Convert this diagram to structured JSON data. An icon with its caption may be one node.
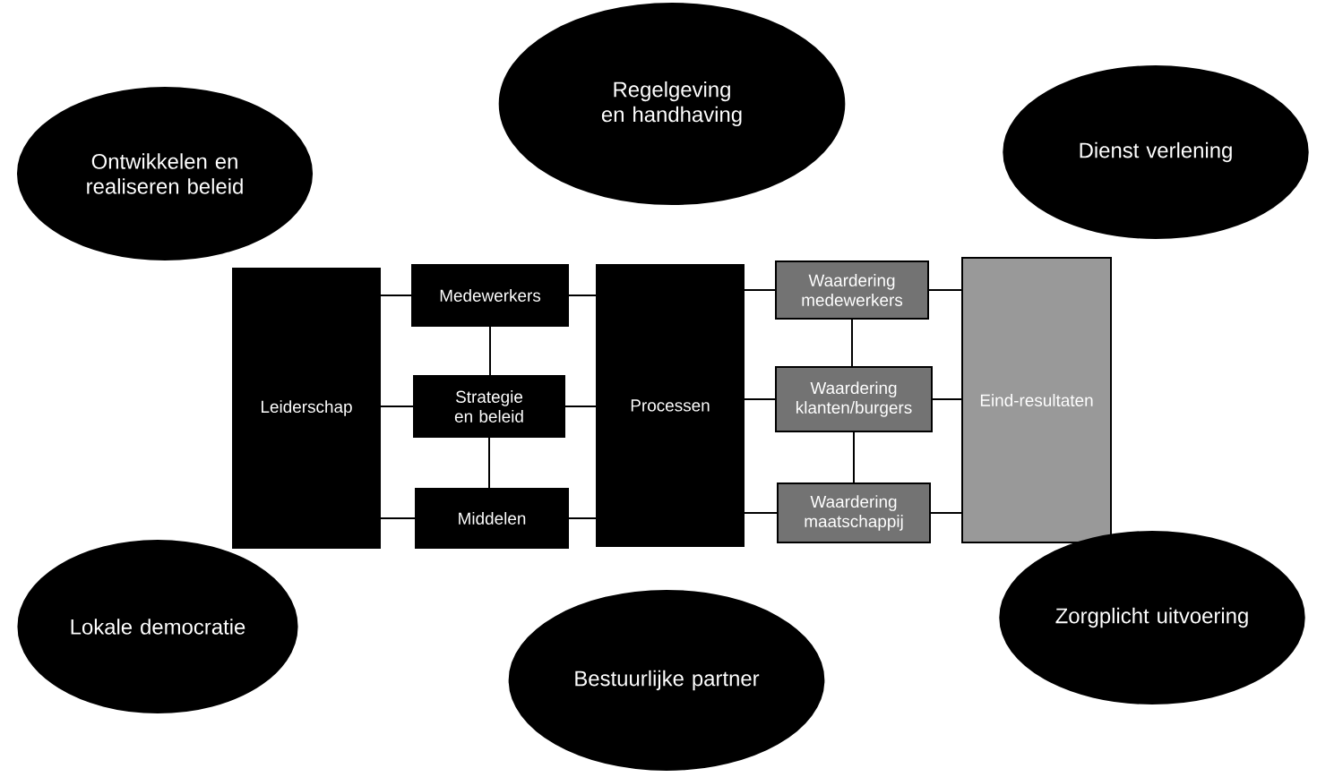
{
  "diagram": {
    "nodes": [
      {
        "text": [
          "Ontwikkelen en realiseren beleid"
        ]
      },
      {
        "text": [
          "Regelgeving en handhaving"
        ]
      },
      {
        "text": [
          "Dienst verlening"
        ]
      },
      {
        "text": [
          "Leiderschap"
        ]
      },
      {
        "text": [
          "Medewerkers"
        ]
      },
      {
        "text": [
          "Strategie en beleid"
        ]
      },
      {
        "text": [
          "Middelen"
        ]
      },
      {
        "text": [
          "Processen"
        ]
      },
      {
        "text": [
          "Waardering medewerkers"
        ]
      },
      {
        "text": [
          "Waardering klanten/burgers"
        ]
      },
      {
        "text": [
          "Waardering maatschappij"
        ]
      },
      {
        "text": [
          "Eind-resultaten"
        ]
      },
      {
        "text": [
          "Lokale democratie"
        ]
      },
      {
        "text": [
          "Bestuurlijke partner"
        ]
      },
      {
        "text": [
          "Zorgplicht uitvoering"
        ]
      }
    ],
    "edges": [
      {
        "from": 3,
        "to": 4,
        "arrow": "none"
      },
      {
        "from": 3,
        "to": 5,
        "arrow": "none"
      },
      {
        "from": 3,
        "to": 6,
        "arrow": "none"
      },
      {
        "from": 4,
        "to": 5,
        "arrow": "none"
      },
      {
        "from": 5,
        "to": 6,
        "arrow": "none"
      },
      {
        "from": 4,
        "to": 7,
        "arrow": "none"
      },
      {
        "from": 5,
        "to": 7,
        "arrow": "none"
      },
      {
        "from": 6,
        "to": 7,
        "arrow": "none"
      },
      {
        "from": 7,
        "to": 8,
        "arrow": "none"
      },
      {
        "from": 7,
        "to": 9,
        "arrow": "none"
      },
      {
        "from": 7,
        "to": 10,
        "arrow": "none"
      },
      {
        "from": 8,
        "to": 9,
        "arrow": "none"
      },
      {
        "from": 9,
        "to": 10,
        "arrow": "none"
      },
      {
        "from": 8,
        "to": 11,
        "arrow": "none"
      },
      {
        "from": 9,
        "to": 11,
        "arrow": "none"
      },
      {
        "from": 10,
        "to": 11,
        "arrow": "none"
      }
    ]
  }
}
